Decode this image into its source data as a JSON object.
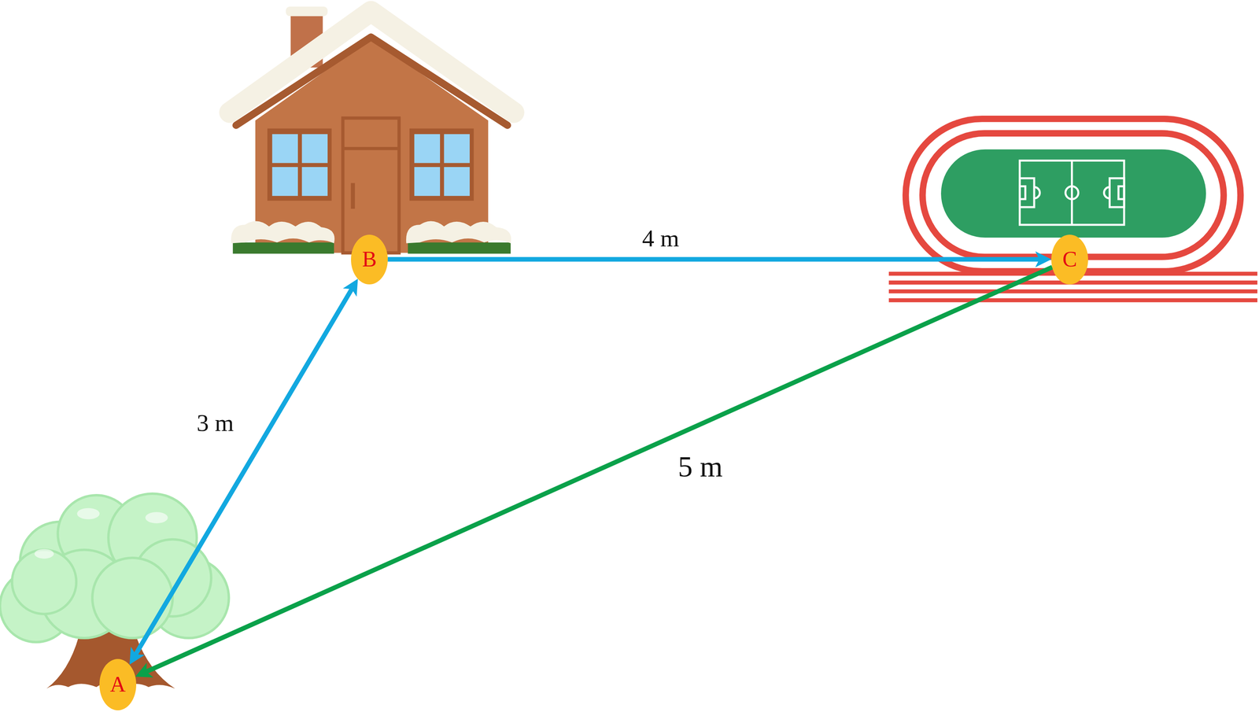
{
  "diagram": {
    "nodes": [
      {
        "text": [
          "B"
        ]
      },
      {
        "text": [
          "C"
        ]
      },
      {
        "text": [
          "A"
        ]
      }
    ],
    "edges": [
      {
        "from": 2,
        "to": 0,
        "arrow": "both",
        "label": "3 m"
      },
      {
        "from": 0,
        "to": 1,
        "arrow": "to",
        "label": "4 m"
      },
      {
        "from": 1,
        "to": 2,
        "arrow": "to",
        "label": "5 m"
      }
    ]
  }
}
